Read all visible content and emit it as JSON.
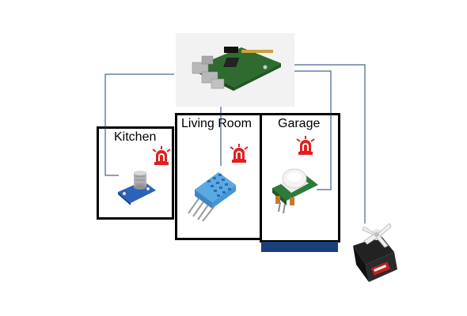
{
  "rooms": [
    {
      "label": "Kitchen"
    },
    {
      "label": "Living Room"
    },
    {
      "label": "Garage"
    }
  ],
  "icons": {
    "controller": "raspberry-pi-board",
    "alarm": "red-alarm-siren",
    "kitchen_sensor": "gas-sensor-module",
    "living_room_sensor": "dht11-temperature-humidity-sensor",
    "garage_sensor": "pir-motion-sensor",
    "actuator": "servo-motor"
  },
  "colors": {
    "wire": "#1b3f7a",
    "box_border": "#000000",
    "alarm_red": "#e02020",
    "board_green": "#2f6b2f",
    "sensor_blue": "#5aa9e6",
    "servo_black": "#1a1a1a"
  }
}
